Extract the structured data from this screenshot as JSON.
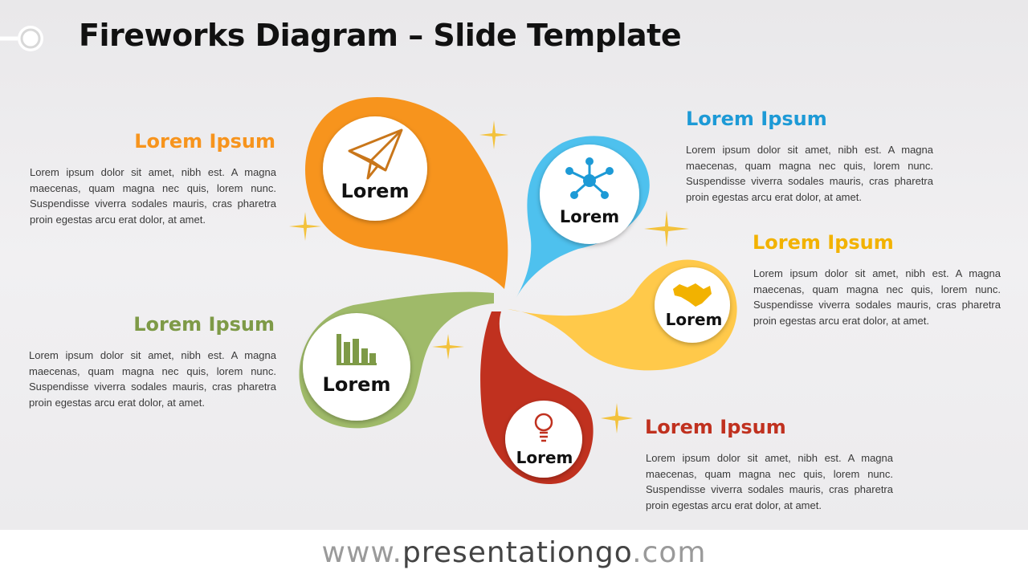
{
  "title": "Fireworks Diagram – Slide Template",
  "colors": {
    "orange": "#f7941d",
    "blue": "#4ec1ee",
    "yellow": "#ffc94a",
    "green": "#9fba69",
    "red": "#c0311f",
    "orange_text": "#f7941d",
    "blue_text": "#1d9ad6",
    "yellow_text": "#f2b200",
    "green_text": "#7e9a47",
    "red_text": "#c0311f"
  },
  "petals": [
    {
      "key": "orange",
      "label": "Lorem",
      "icon": "paper-plane-icon"
    },
    {
      "key": "blue",
      "label": "Lorem",
      "icon": "network-icon"
    },
    {
      "key": "yellow",
      "label": "Lorem",
      "icon": "handshake-icon"
    },
    {
      "key": "green",
      "label": "Lorem",
      "icon": "bar-chart-icon"
    },
    {
      "key": "red",
      "label": "Lorem",
      "icon": "lightbulb-icon"
    }
  ],
  "blocks": [
    {
      "key": "orange",
      "heading": "Lorem Ipsum",
      "body": "Lorem ipsum dolor sit amet, nibh est. A magna maecenas, quam magna nec quis, lorem nunc. Suspendisse viverra sodales mauris, cras pharetra proin egestas arcu erat dolor, at amet."
    },
    {
      "key": "blue",
      "heading": "Lorem Ipsum",
      "body": "Lorem ipsum dolor sit amet, nibh est. A magna maecenas, quam magna nec quis, lorem nunc. Suspendisse viverra sodales mauris, cras pharetra proin egestas arcu erat dolor, at amet."
    },
    {
      "key": "yellow",
      "heading": "Lorem Ipsum",
      "body": "Lorem ipsum dolor sit amet, nibh est. A magna maecenas, quam magna nec quis, lorem nunc. Suspendisse viverra sodales mauris, cras pharetra proin egestas arcu erat dolor, at amet."
    },
    {
      "key": "green",
      "heading": "Lorem Ipsum",
      "body": "Lorem ipsum dolor sit amet, nibh est. A magna maecenas, quam magna nec quis, lorem nunc. Suspendisse viverra sodales mauris, cras pharetra proin egestas arcu erat dolor, at amet."
    },
    {
      "key": "red",
      "heading": "Lorem Ipsum",
      "body": "Lorem ipsum dolor sit amet, nibh est. A magna maecenas, quam magna nec quis, lorem nunc. Suspendisse viverra sodales mauris, cras pharetra proin egestas arcu erat dolor, at amet."
    }
  ],
  "footer": {
    "prefix": "www.",
    "brand": "presentationgo",
    "suffix": ".com"
  }
}
